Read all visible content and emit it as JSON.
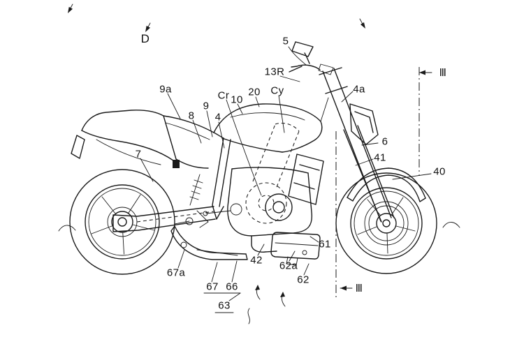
{
  "figure": {
    "kind": "patent line drawing",
    "subject": "Motorcycle side elevation with reference numerals and section line III-III",
    "background_color": "#ffffff",
    "line_color": "#1a1a1a"
  },
  "labels": [
    {
      "id": "view-d",
      "text": "D"
    },
    {
      "id": "ref-5",
      "text": "5"
    },
    {
      "id": "ref-13r",
      "text": "13R"
    },
    {
      "id": "ref-9a",
      "text": "9a"
    },
    {
      "id": "ref-cr",
      "text": "Cr"
    },
    {
      "id": "ref-10",
      "text": "10"
    },
    {
      "id": "ref-20",
      "text": "20"
    },
    {
      "id": "ref-cy",
      "text": "Cy"
    },
    {
      "id": "ref-4a",
      "text": "4a"
    },
    {
      "id": "ref-8",
      "text": "8"
    },
    {
      "id": "ref-9",
      "text": "9"
    },
    {
      "id": "ref-4",
      "text": "4"
    },
    {
      "id": "ref-7",
      "text": "7"
    },
    {
      "id": "ref-6",
      "text": "6"
    },
    {
      "id": "ref-41",
      "text": "41"
    },
    {
      "id": "ref-40",
      "text": "40"
    },
    {
      "id": "section-iii-top",
      "text": "Ⅲ"
    },
    {
      "id": "section-iii-bottom",
      "text": "Ⅲ"
    },
    {
      "id": "ref-61",
      "text": "61"
    },
    {
      "id": "ref-42",
      "text": "42"
    },
    {
      "id": "ref-62a",
      "text": "62a"
    },
    {
      "id": "ref-62",
      "text": "62"
    },
    {
      "id": "ref-67a",
      "text": "67a"
    },
    {
      "id": "ref-67",
      "text": "67"
    },
    {
      "id": "ref-66",
      "text": "66"
    },
    {
      "id": "ref-63",
      "text": "63"
    }
  ]
}
